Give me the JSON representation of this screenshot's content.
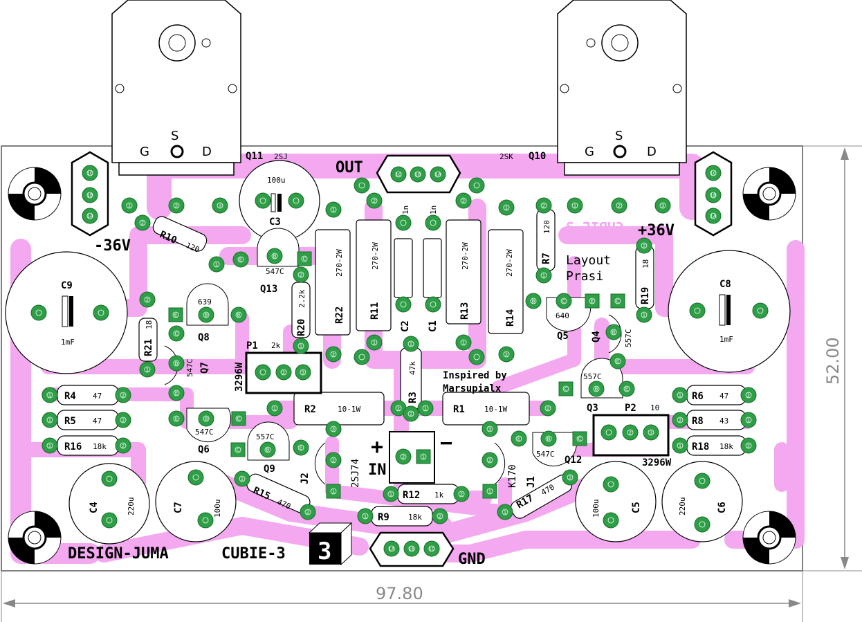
{
  "board": {
    "dim_width": "97.80",
    "dim_height": "52.00",
    "title_left": "DESIGN-JUMA",
    "title_right": "CUBIE-3",
    "badge": "3",
    "credit_line1": "Inspired by",
    "credit_line2": "Marsupialx",
    "layout_line1": "Layout",
    "layout_line2": "Prasi",
    "mirror_text": "CUBIE-3"
  },
  "connectors": {
    "out": "OUT",
    "in": "IN",
    "gnd": "GND",
    "plus": "+",
    "minus": "−",
    "neg_supply": "-36V",
    "pos_supply": "+36V",
    "pin_1a": "1A",
    "pin_1b": "1B",
    "pin_1c": "1C"
  },
  "mosfets": {
    "q11_name": "Q11",
    "q11_type": "2SJ",
    "q10_name": "Q10",
    "q10_type": "2SK",
    "g": "G",
    "s": "S",
    "d": "D"
  },
  "components": {
    "C3": "C3",
    "C3v": "100u",
    "C9": "C9",
    "C9v": "1mF",
    "C8": "C8",
    "C8v": "1mF",
    "C4": "C4",
    "C4v": "220u",
    "C7": "C7",
    "C7v": "100u",
    "C5": "C5",
    "C5v": "100u",
    "C6": "C6",
    "C6v": "220u",
    "C1": "C1",
    "C1v": "1n",
    "C2": "C2",
    "C2v": "1n",
    "R10": "R10",
    "R10v": "120",
    "R7": "R7",
    "R7v": "120",
    "R19": "R19",
    "R19v": "18",
    "R21": "R21",
    "R21v": "18",
    "R20": "R20",
    "R20v": "2.2k",
    "R22": "R22",
    "R11": "R11",
    "R13": "R13",
    "R14": "R14",
    "Rpow": "270-2W",
    "R3": "R3",
    "R3v": "47k",
    "R2": "R2",
    "R1": "R1",
    "Rbig": "10-1W",
    "R4": "R4",
    "R4v": "47",
    "R5": "R5",
    "R5v": "47",
    "R16": "R16",
    "R16v": "18k",
    "R6": "R6",
    "R6v": "47",
    "R8": "R8",
    "R8v": "43",
    "R18": "R18",
    "R18v": "18k",
    "R12": "R12",
    "R12v": "1k",
    "R9": "R9",
    "R9v": "18k",
    "R15": "R15",
    "R15v": "470",
    "R17": "R17",
    "R17v": "470",
    "P1": "P1",
    "P1v": "2k",
    "P2": "P2",
    "P2v": "10",
    "Ptype": "3296W",
    "Q13": "Q13",
    "Q13t": "547C",
    "Q8": "Q8",
    "Q8t": "639",
    "Q7": "Q7",
    "Q7t": "547C",
    "Q6": "Q6",
    "Q6t": "547C",
    "Q9": "Q9",
    "Q9t": "557C",
    "Q5": "Q5",
    "Q5t": "640",
    "Q4": "Q4",
    "Q4t": "557C",
    "Q3": "Q3",
    "Q3t": "557C",
    "Q12": "Q12",
    "Q12t": "547C",
    "J1": "J1",
    "J1t": "K170",
    "J2": "J2",
    "J2t": "2SJ74",
    "pinB": "B",
    "pinC": "C",
    "pinE": "E",
    "p1": "1",
    "p2": "2",
    "p3": "3"
  },
  "colors": {
    "board_bg": "#ffffff",
    "trace": "#f3a8f0",
    "pad": "#2e9e47",
    "silk": "#000000",
    "dimension": "#888888"
  }
}
